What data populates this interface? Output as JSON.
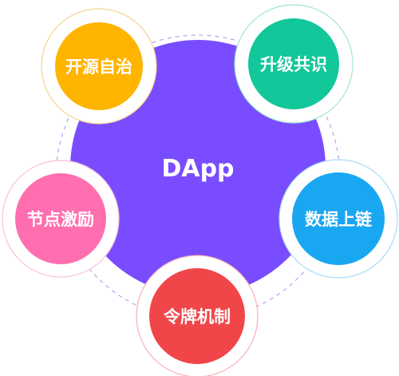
{
  "center": {
    "label": "DApp",
    "color": "#7a4cff"
  },
  "nodes": [
    {
      "id": "open-source",
      "label": "开源自治",
      "color": "#ffb400",
      "ring": "#f2d58a"
    },
    {
      "id": "consensus-upgrade",
      "label": "升级共识",
      "color": "#12c79a",
      "ring": "#9fe6d3"
    },
    {
      "id": "data-onchain",
      "label": "数据上链",
      "color": "#1aa7f2",
      "ring": "#a6dcf7"
    },
    {
      "id": "token-mechanism",
      "label": "令牌机制",
      "color": "#f0464a",
      "ring": "#f7b0b2"
    },
    {
      "id": "node-incentive",
      "label": "节点激励",
      "color": "#ff6fb0",
      "ring": "#f8c0da"
    }
  ],
  "orbit_color": "#b7a8f0"
}
